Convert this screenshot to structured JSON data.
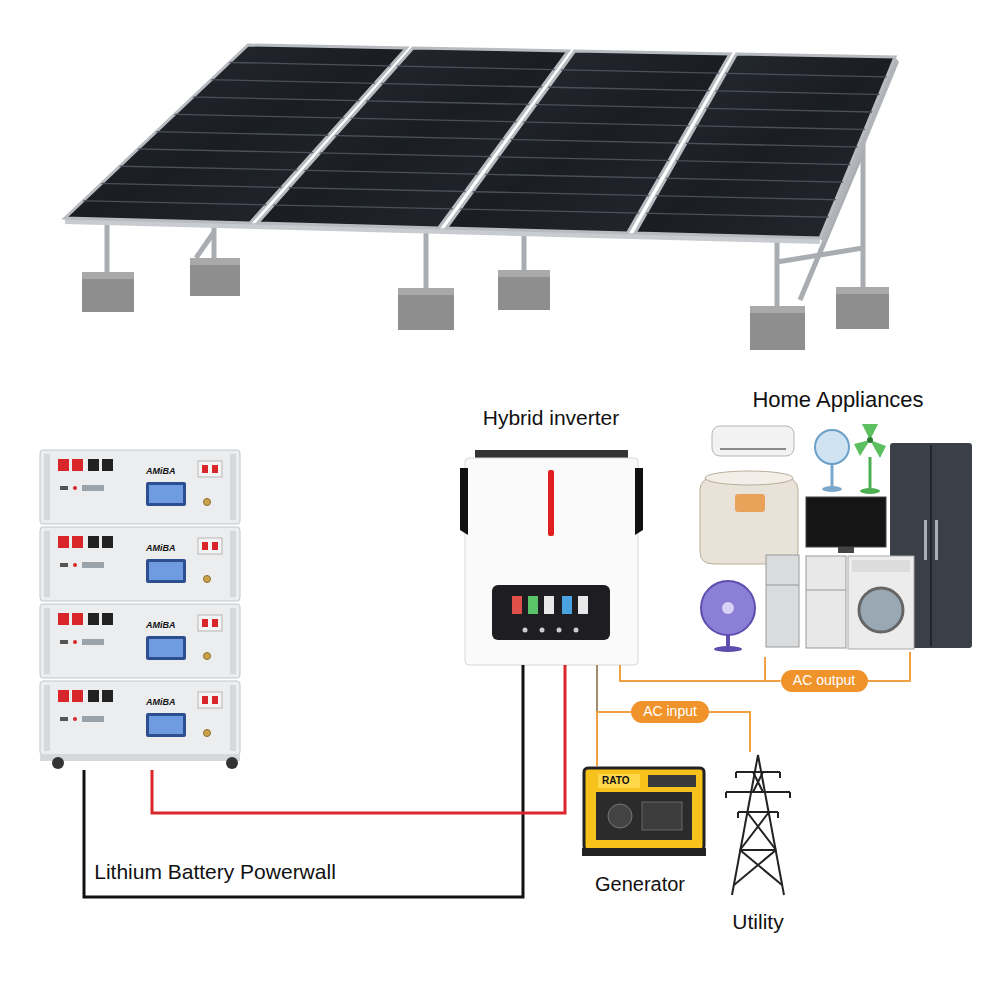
{
  "diagram": {
    "nodes": [
      {
        "text": [
          "Hybrid inverter"
        ]
      },
      {
        "text": [
          "Home Appliances"
        ]
      },
      {
        "text": [
          "Lithium Battery Powerwall"
        ]
      },
      {
        "text": [
          "AC output"
        ]
      },
      {
        "text": [
          "AC input"
        ]
      },
      {
        "text": [
          "Generator"
        ]
      },
      {
        "text": [
          "Utility"
        ]
      }
    ],
    "edges": [
      {
        "from": 2,
        "to": 0,
        "arrow": "none"
      },
      {
        "from": 2,
        "to": 0,
        "arrow": "none"
      },
      {
        "from": 0,
        "to": 3,
        "arrow": "none"
      },
      {
        "from": 3,
        "to": 1,
        "arrow": "none"
      },
      {
        "from": 0,
        "to": 4,
        "arrow": "none"
      },
      {
        "from": 4,
        "to": 5,
        "arrow": "none"
      },
      {
        "from": 4,
        "to": 6,
        "arrow": "none"
      }
    ],
    "labels": [
      "AMiBA",
      "AMiBA",
      "AMiBA",
      "AMiBA",
      "RATO"
    ]
  }
}
